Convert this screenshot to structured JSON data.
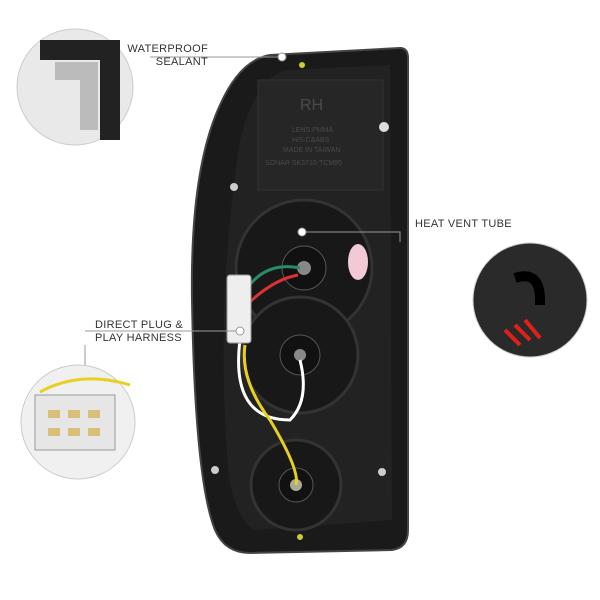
{
  "callouts": {
    "waterproof": {
      "line1": "WATERPROOF",
      "line2": "SEALANT"
    },
    "heat_vent": {
      "label": "HEAT VENT TUBE"
    },
    "harness": {
      "line1": "DIRECT PLUG &",
      "line2": "PLAY HARNESS"
    }
  },
  "lamp_markings": {
    "side": "RH",
    "lens": "LENS:PMMA",
    "housing": "H/S:C&ABS",
    "origin": "MADE IN TAIWAN",
    "part": "SONAR SK3710-TCM95"
  },
  "colors": {
    "housing": "#1a1a1a",
    "callout_line": "#999999",
    "arrow": "#e0201c"
  }
}
